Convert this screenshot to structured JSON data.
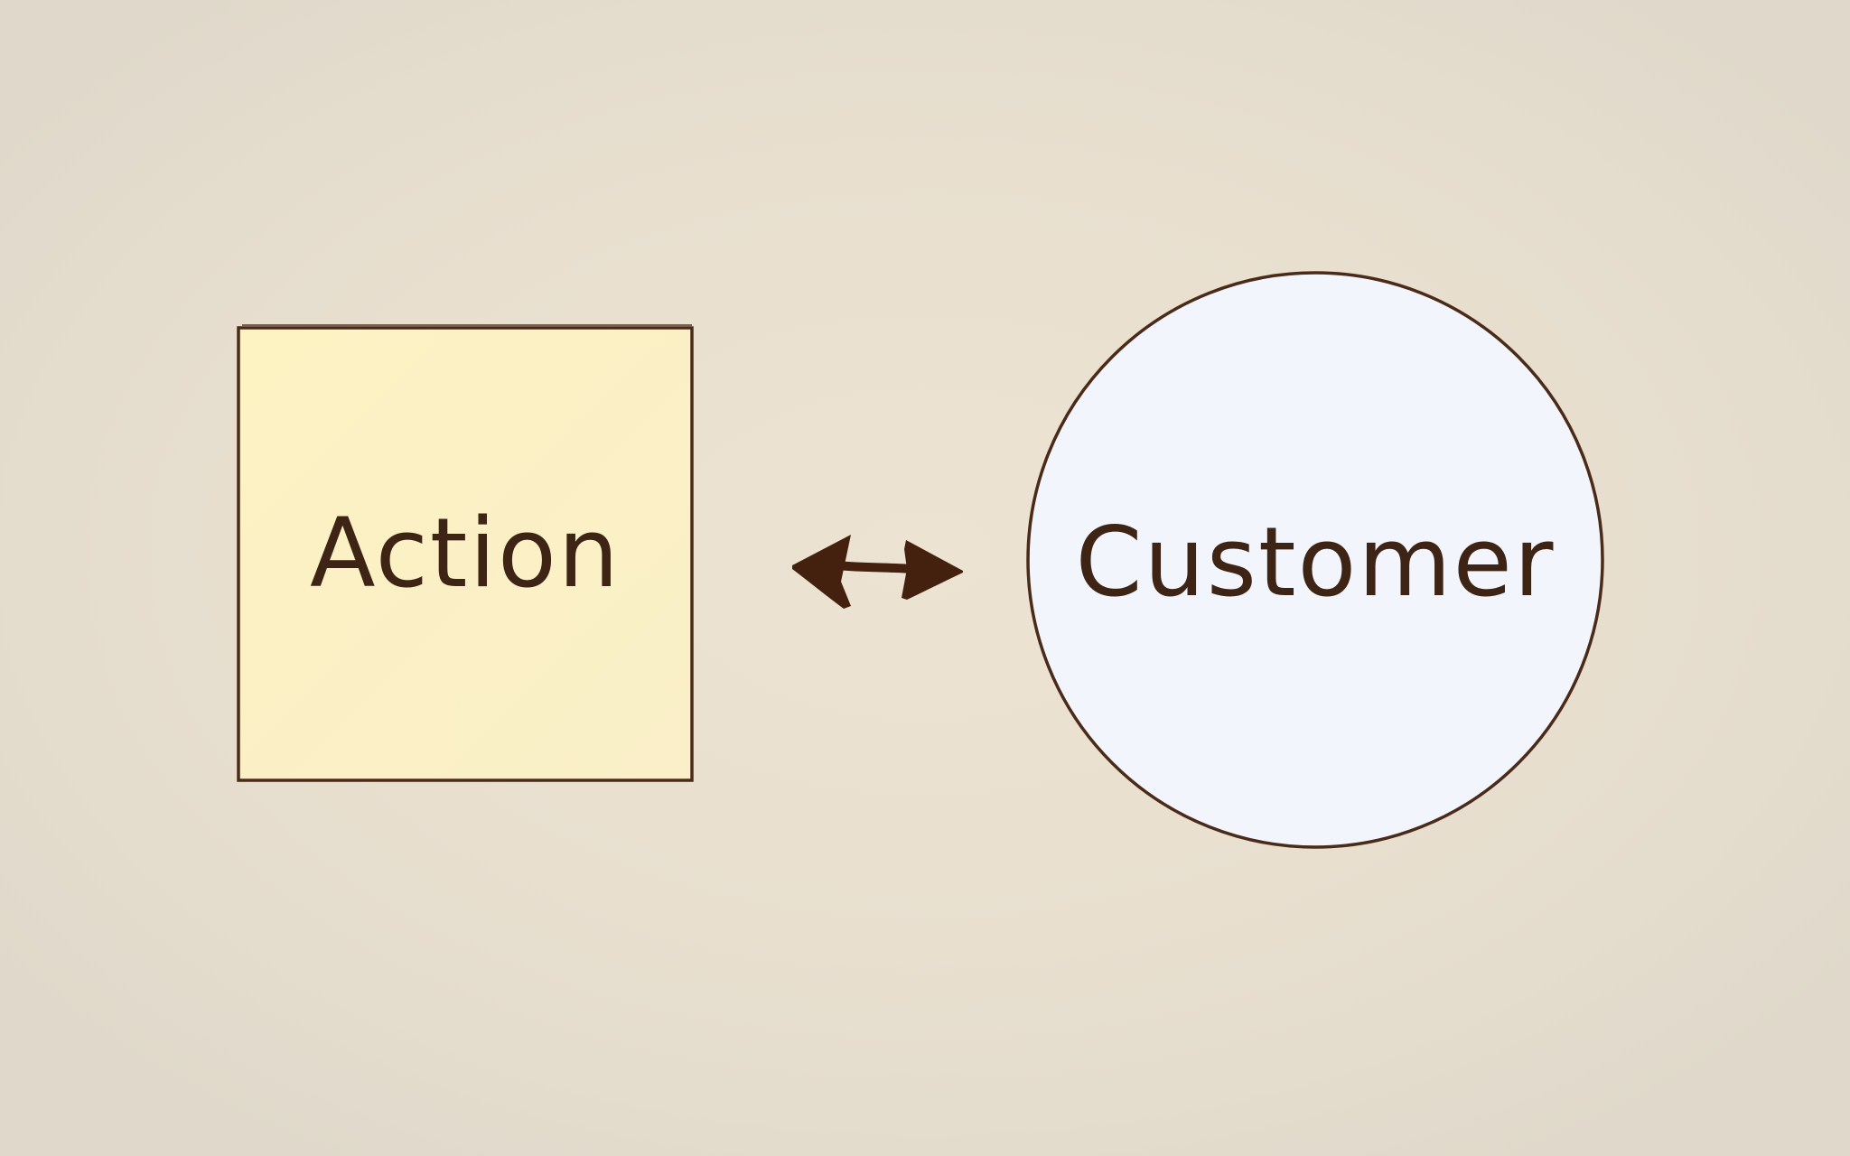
{
  "diagram": {
    "nodes": [
      {
        "id": "action",
        "label": "Action",
        "shape": "square",
        "fill": "#fbf0c4"
      },
      {
        "id": "customer",
        "label": "Customer",
        "shape": "circle",
        "fill": "#f3f5fc"
      }
    ],
    "edges": [
      {
        "from": "action",
        "to": "customer",
        "type": "bidirectional-arrow"
      }
    ]
  },
  "colors": {
    "background": "#e8dfcf",
    "ink": "#3e2415",
    "arrow": "#44200f"
  }
}
